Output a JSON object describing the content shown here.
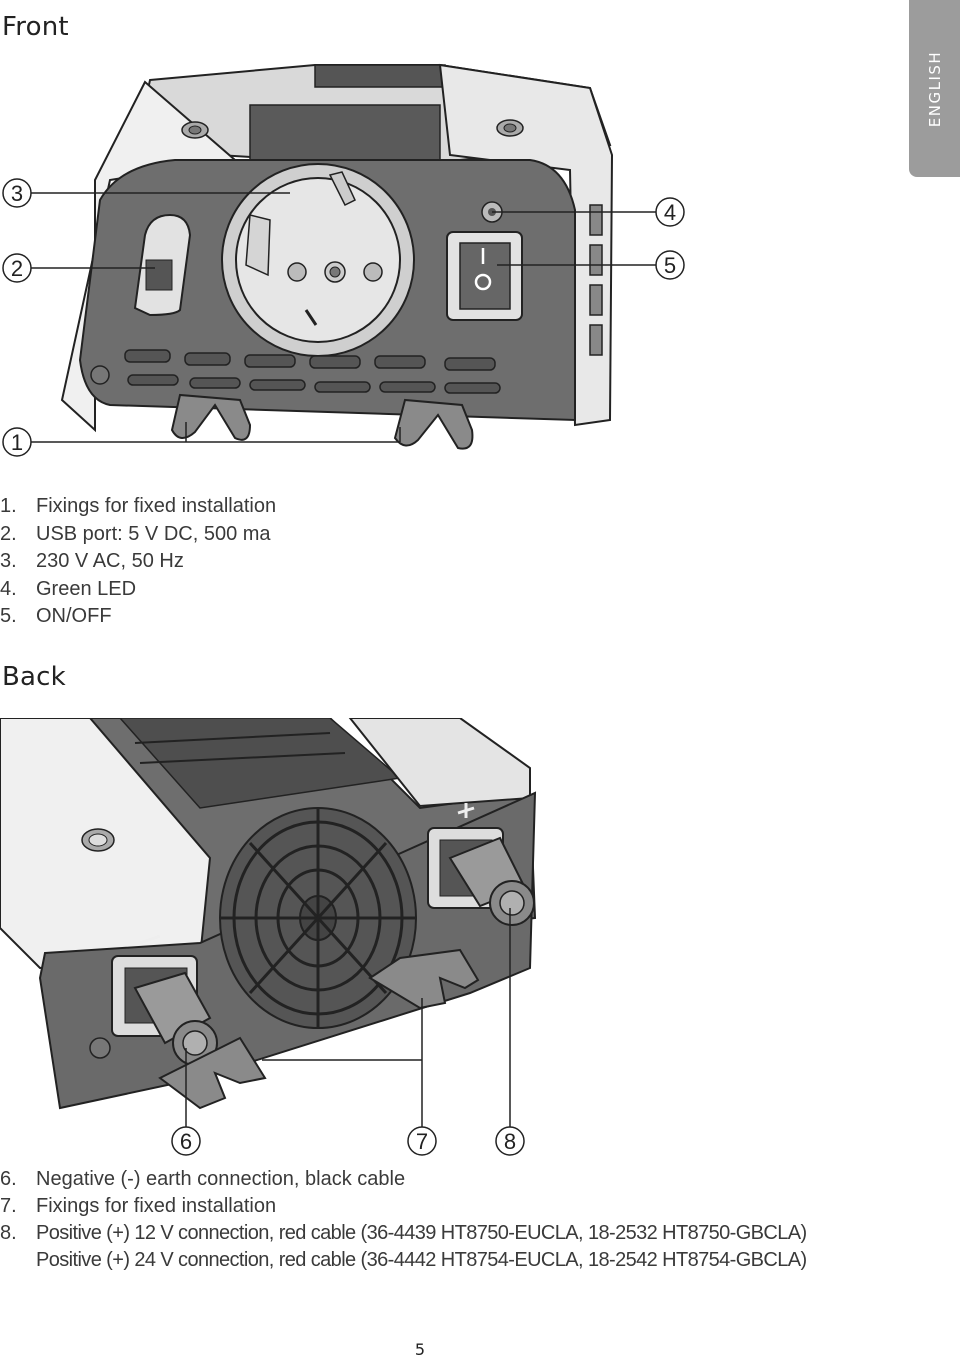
{
  "front": {
    "heading": "Front",
    "callouts": [
      "1",
      "2",
      "3",
      "4",
      "5"
    ],
    "items": [
      {
        "num": "1.",
        "text": "Fixings for fixed installation"
      },
      {
        "num": "2.",
        "text": "USB port: 5 V DC, 500 ma"
      },
      {
        "num": "3.",
        "text": "230 V AC, 50 Hz"
      },
      {
        "num": "4.",
        "text": "Green LED"
      },
      {
        "num": "5.",
        "text": "ON/OFF"
      }
    ]
  },
  "back": {
    "heading": "Back",
    "callouts": [
      "6",
      "7",
      "8"
    ],
    "items": [
      {
        "num": "6.",
        "text": "Negative (-) earth connection, black cable"
      },
      {
        "num": "7.",
        "text": "Fixings for fixed installation"
      },
      {
        "num": "8.",
        "text": "Positive (+) 12 V connection, red cable (36-4439 HT8750-EUCLA, 18-2532 HT8750-GBCLA)"
      }
    ],
    "continuation": "Positive (+) 24 V connection, red cable (36-4442 HT8754-EUCLA, 18-2542 HT8754-GBCLA)"
  },
  "language_tab": "ENGLISH",
  "page_number": "5"
}
